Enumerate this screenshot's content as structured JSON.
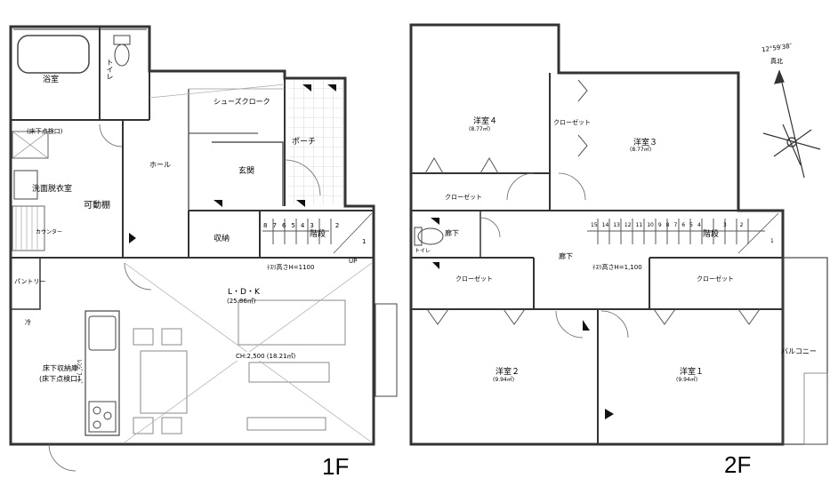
{
  "floor1": {
    "label": "1F",
    "rooms": {
      "bath": "浴室",
      "toilet": "トイレ",
      "underfloor_inspection": "(床下点検口)",
      "shoe_closet": "シューズクローク",
      "porch": "ポーチ",
      "hall": "ホール",
      "entrance": "玄関",
      "washroom": "洗面脱衣室",
      "movable_shelf": "可動棚",
      "counter": "カウンター",
      "storage": "収納",
      "stairs": "階段",
      "pantry": "パントリー",
      "fridge": "冷",
      "ldk": "L・D・K",
      "ldk_area": "(25.86㎡)",
      "ceiling": "CH:2,500 (18.21㎡)",
      "underfloor_storage": "床下収納庫",
      "underfloor_inspection_2": "(床下点検口)",
      "range_hood": "ﾚﾝｼﾞﾌｰﾄﾞ",
      "handrail": "ﾃｽﾘ高さH=1100",
      "up": "UP"
    },
    "stair_numbers": [
      "8",
      "7",
      "6",
      "5",
      "4",
      "3",
      "2",
      "1"
    ]
  },
  "floor2": {
    "label": "2F",
    "rooms": {
      "western4": "洋室４",
      "western4_area": "(8.77㎡)",
      "closet_w4": "クローゼット",
      "western3": "洋室３",
      "western3_area": "(8.77㎡)",
      "closet_a": "クローゼット",
      "stairs": "階段",
      "toilet": "トイレ",
      "corridor_small": "廊下",
      "corridor": "廊下",
      "handrail": "ﾃｽﾘ高さH=1,100",
      "closet_b": "クローゼット",
      "closet_c": "クローゼット",
      "western2": "洋室２",
      "western2_area": "(9.94㎡)",
      "western1": "洋室１",
      "western1_area": "(9.94㎡)",
      "balcony": "バルコニー"
    },
    "stair_numbers": [
      "15",
      "14",
      "13",
      "12",
      "11",
      "10",
      "9",
      "8",
      "7",
      "6",
      "5",
      "4",
      "3",
      "2",
      "1"
    ]
  },
  "compass": {
    "angle": "12°59′38″",
    "north": "真北"
  }
}
